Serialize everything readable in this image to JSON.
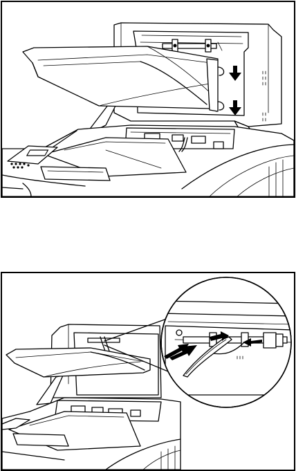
{
  "figures": [
    {
      "id": "top",
      "subject": "output-tray-removal",
      "arrows": 2
    },
    {
      "id": "bottom",
      "subject": "paper-guide-roller-detail",
      "arrows": 3
    }
  ],
  "colors": {
    "line": "#000000",
    "background": "#ffffff"
  }
}
